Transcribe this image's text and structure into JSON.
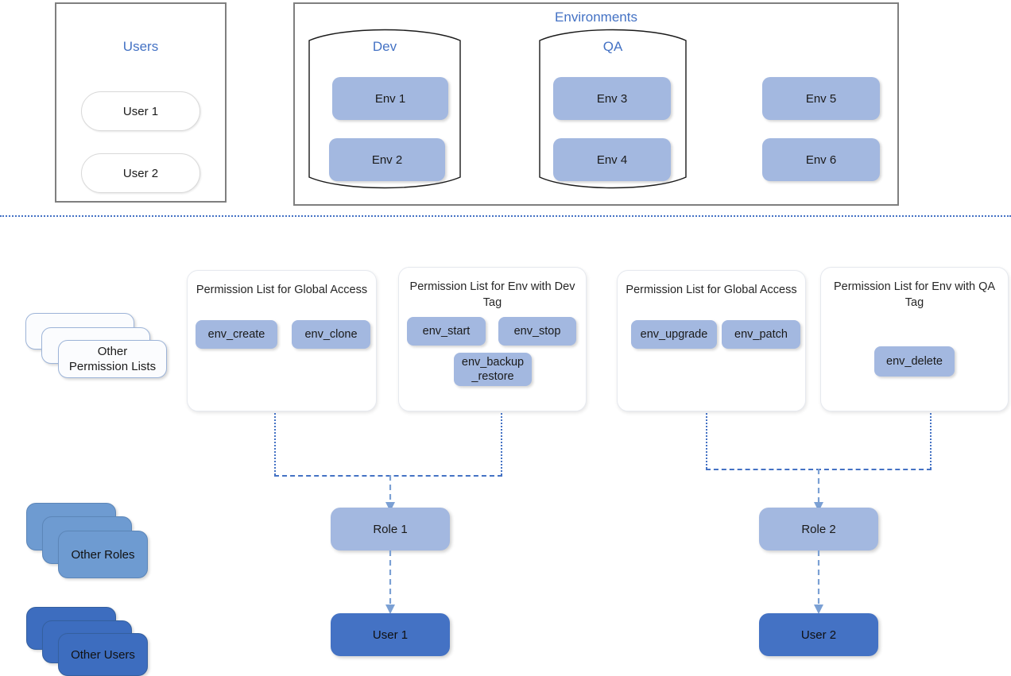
{
  "top": {
    "users_panel": {
      "title": "Users",
      "users": [
        "User 1",
        "User 2"
      ]
    },
    "environments_panel": {
      "title": "Environments",
      "groups": [
        {
          "name": "Dev",
          "envs": [
            "Env 1",
            "Env 2"
          ]
        },
        {
          "name": "QA",
          "envs": [
            "Env 3",
            "Env 4"
          ]
        }
      ],
      "ungrouped_envs": [
        "Env 5",
        "Env 6"
      ]
    }
  },
  "stacks": {
    "other_permission_lists": "Other\nPermission Lists",
    "other_permission_lists_line1": "Other",
    "other_permission_lists_line2": "Permission Lists",
    "other_roles": "Other Roles",
    "other_users": "Other Users"
  },
  "permission_lists": [
    {
      "title": "Permission List for Global Access",
      "permissions": [
        "env_create",
        "env_clone"
      ]
    },
    {
      "title": "Permission List for Env with Dev Tag",
      "permissions": [
        "env_start",
        "env_stop",
        "env_backup\n_restore"
      ],
      "perm3_line1": "env_backup",
      "perm3_line2": "_restore"
    },
    {
      "title": "Permission List for Global Access",
      "permissions": [
        "env_upgrade",
        "env_patch"
      ]
    },
    {
      "title": "Permission List for Env with QA Tag",
      "permissions": [
        "env_delete"
      ]
    }
  ],
  "roles": [
    {
      "label": "Role 1",
      "assigned_user": "User 1"
    },
    {
      "label": "Role 2",
      "assigned_user": "User 2"
    }
  ],
  "colors": {
    "accent_blue": "#4472C4",
    "light_blue_fill": "#A3B8E0",
    "user_fill": "#4472C4",
    "role_stack_fill": "#6E9BD1",
    "user_stack_fill": "#3D6DBF",
    "hard_border": "#7f7f7f"
  }
}
